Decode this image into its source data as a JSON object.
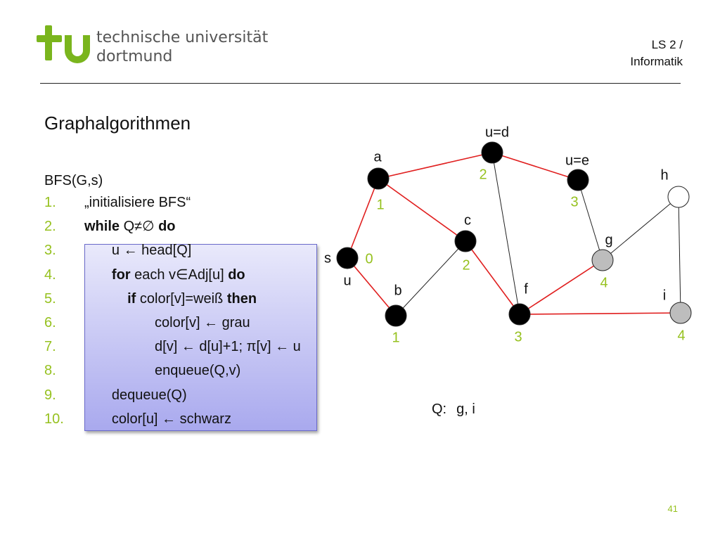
{
  "header": {
    "logo_lines": [
      "technische universität",
      "dortmund"
    ],
    "chair_lines": [
      "LS 2 /",
      "Informatik"
    ]
  },
  "slide": {
    "title": "Graphalgorithmen",
    "algorithm_name": "BFS(G,s)",
    "lines": [
      {
        "n": "1.",
        "pre": "",
        "bold1": "",
        "mid": "„initialisiere BFS“",
        "bold2": "",
        "post": ""
      },
      {
        "n": "2.",
        "pre": "",
        "bold1": "while",
        "mid": " Q≠∅ ",
        "bold2": "do",
        "post": ""
      },
      {
        "n": "3.",
        "pre": "       ",
        "bold1": "",
        "mid": "u ← head[Q]",
        "bold2": "",
        "post": ""
      },
      {
        "n": "4.",
        "pre": "       ",
        "bold1": "for",
        "mid": " each v∈Adj[u] ",
        "bold2": "do",
        "post": ""
      },
      {
        "n": "5.",
        "pre": "           ",
        "bold1": "if",
        "mid": " color[v]=weiß ",
        "bold2": "then",
        "post": ""
      },
      {
        "n": "6.",
        "pre": "                  ",
        "bold1": "",
        "mid": "color[v] ← grau",
        "bold2": "",
        "post": ""
      },
      {
        "n": "7.",
        "pre": "                  ",
        "bold1": "",
        "mid": "d[v] ← d[u]+1; π[v] ← u",
        "bold2": "",
        "post": ""
      },
      {
        "n": "8.",
        "pre": "                  ",
        "bold1": "",
        "mid": "enqueue(Q,v)",
        "bold2": "",
        "post": ""
      },
      {
        "n": "9.",
        "pre": "       ",
        "bold1": "",
        "mid": "dequeue(Q)",
        "bold2": "",
        "post": ""
      },
      {
        "n": "10.",
        "pre": "       ",
        "bold1": "",
        "mid": "color[u] ← schwarz",
        "bold2": "",
        "post": ""
      }
    ],
    "queue_label": "Q:",
    "queue_values": "g, i",
    "page_number": "41"
  },
  "colors": {
    "accent_green": "#96c11f",
    "tree_edge": "#e01f1f",
    "edge": "#222222",
    "node_black": "#000000",
    "node_gray": "#bdbdbd",
    "node_white": "#ffffff"
  },
  "graph": {
    "nodes": [
      {
        "id": "s",
        "color": "black",
        "label": "s",
        "dist": "0",
        "extra": "u"
      },
      {
        "id": "a",
        "color": "black",
        "label": "a",
        "dist": "1",
        "extra": ""
      },
      {
        "id": "b",
        "color": "black",
        "label": "b",
        "dist": "1",
        "extra": ""
      },
      {
        "id": "c",
        "color": "black",
        "label": "c",
        "dist": "2",
        "extra": ""
      },
      {
        "id": "d",
        "color": "black",
        "label": "u=d",
        "dist": "2",
        "extra": ""
      },
      {
        "id": "e",
        "color": "black",
        "label": "u=e",
        "dist": "3",
        "extra": ""
      },
      {
        "id": "f",
        "color": "black",
        "label": "f",
        "dist": "3",
        "extra": ""
      },
      {
        "id": "g",
        "color": "gray",
        "label": "g",
        "dist": "4",
        "extra": ""
      },
      {
        "id": "h",
        "color": "white",
        "label": "h",
        "dist": "",
        "extra": ""
      },
      {
        "id": "i",
        "color": "gray",
        "label": "i",
        "dist": "4",
        "extra": ""
      }
    ],
    "edges": [
      {
        "from": "s",
        "to": "a",
        "tree": true
      },
      {
        "from": "s",
        "to": "b",
        "tree": true
      },
      {
        "from": "a",
        "to": "d",
        "tree": true
      },
      {
        "from": "a",
        "to": "c",
        "tree": true
      },
      {
        "from": "d",
        "to": "e",
        "tree": true
      },
      {
        "from": "c",
        "to": "f",
        "tree": true
      },
      {
        "from": "f",
        "to": "g",
        "tree": true
      },
      {
        "from": "f",
        "to": "i",
        "tree": true
      },
      {
        "from": "b",
        "to": "c",
        "tree": false
      },
      {
        "from": "d",
        "to": "f",
        "tree": false
      },
      {
        "from": "e",
        "to": "g",
        "tree": false
      },
      {
        "from": "g",
        "to": "h",
        "tree": false
      },
      {
        "from": "h",
        "to": "i",
        "tree": false
      }
    ]
  }
}
